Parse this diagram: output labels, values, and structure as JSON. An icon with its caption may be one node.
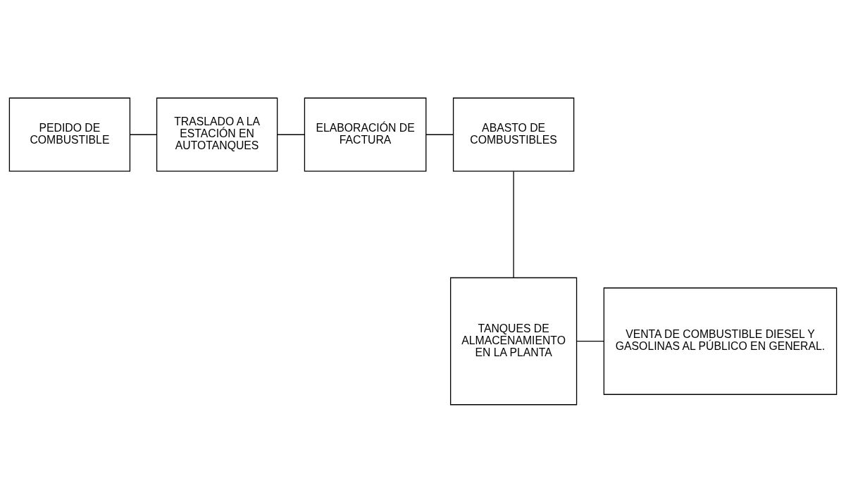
{
  "diagram": {
    "nodes": [
      {
        "text": [
          "PEDIDO DE COMBUSTIBLE"
        ]
      },
      {
        "text": [
          "TRASLADO A LA ESTACIÓN EN AUTOTANQUES"
        ]
      },
      {
        "text": [
          "ELABORACIÓN DE FACTURA"
        ]
      },
      {
        "text": [
          "ABASTO DE COMBUSTIBLES"
        ]
      },
      {
        "text": [
          "TANQUES DE ALMACENAMIENTO EN LA PLANTA"
        ]
      },
      {
        "text": [
          "VENTA DE COMBUSTIBLE DIESEL Y GASOLINAS AL PÚBLICO EN GENERAL."
        ]
      }
    ],
    "edges": [
      {
        "from": 0,
        "to": 1,
        "arrow": "none"
      },
      {
        "from": 1,
        "to": 2,
        "arrow": "none"
      },
      {
        "from": 2,
        "to": 3,
        "arrow": "none"
      },
      {
        "from": 3,
        "to": 4,
        "arrow": "none"
      },
      {
        "from": 4,
        "to": 5,
        "arrow": "none"
      }
    ]
  }
}
